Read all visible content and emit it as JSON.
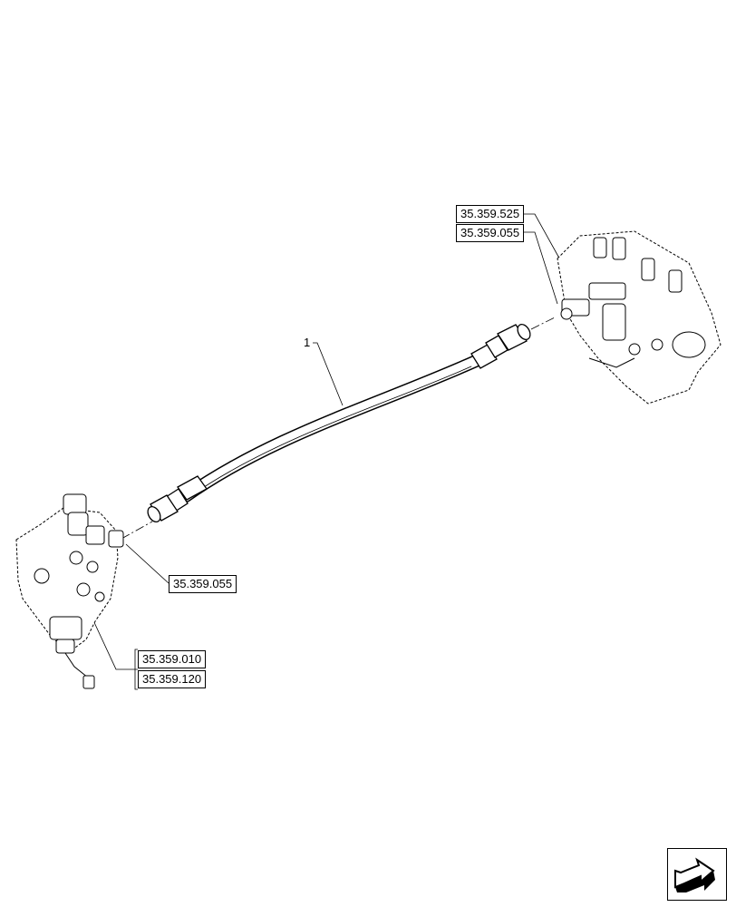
{
  "diagram": {
    "callouts": {
      "item": "1"
    },
    "references": {
      "top_right_1": "35.359.525",
      "top_right_2": "35.359.055",
      "left_middle": "35.359.055",
      "bottom_left_1": "35.359.010",
      "bottom_left_2": "35.359.120"
    },
    "navigation": {
      "icon": "next-page-arrow-icon"
    }
  }
}
